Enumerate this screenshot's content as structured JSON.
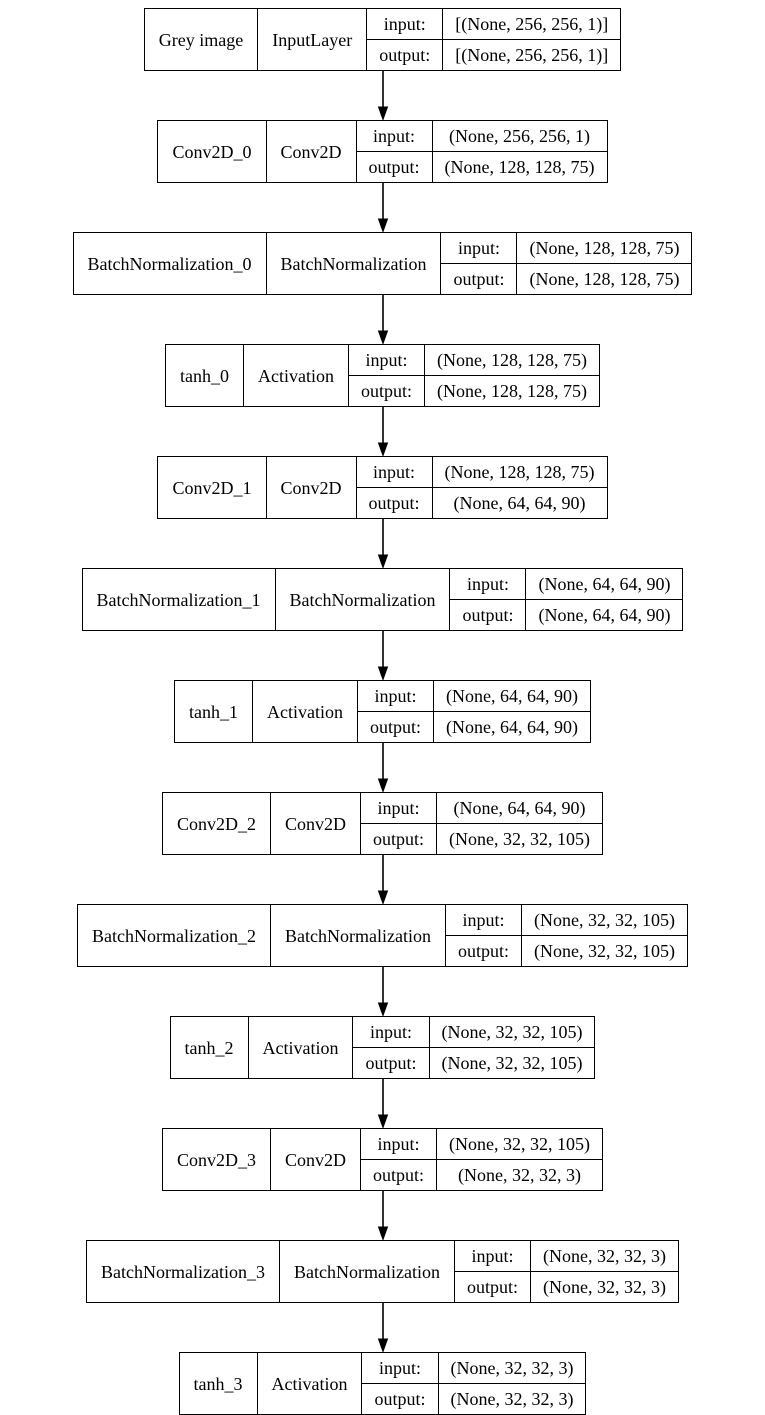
{
  "diagram": {
    "kind": "keras-model-architecture",
    "background_color": "#ffffff",
    "border_color": "#000000",
    "io_labels": {
      "input": "input:",
      "output": "output:"
    },
    "nodes": [
      {
        "name": "Grey image",
        "layer_type": "InputLayer",
        "input": "[(None, 256, 256, 1)]",
        "output": "[(None, 256, 256, 1)]"
      },
      {
        "name": "Conv2D_0",
        "layer_type": "Conv2D",
        "input": "(None, 256, 256, 1)",
        "output": "(None, 128, 128, 75)"
      },
      {
        "name": "BatchNormalization_0",
        "layer_type": "BatchNormalization",
        "input": "(None, 128, 128, 75)",
        "output": "(None, 128, 128, 75)"
      },
      {
        "name": "tanh_0",
        "layer_type": "Activation",
        "input": "(None, 128, 128, 75)",
        "output": "(None, 128, 128, 75)"
      },
      {
        "name": "Conv2D_1",
        "layer_type": "Conv2D",
        "input": "(None, 128, 128, 75)",
        "output": "(None, 64, 64, 90)"
      },
      {
        "name": "BatchNormalization_1",
        "layer_type": "BatchNormalization",
        "input": "(None, 64, 64, 90)",
        "output": "(None, 64, 64, 90)"
      },
      {
        "name": "tanh_1",
        "layer_type": "Activation",
        "input": "(None, 64, 64, 90)",
        "output": "(None, 64, 64, 90)"
      },
      {
        "name": "Conv2D_2",
        "layer_type": "Conv2D",
        "input": "(None, 64, 64, 90)",
        "output": "(None, 32, 32, 105)"
      },
      {
        "name": "BatchNormalization_2",
        "layer_type": "BatchNormalization",
        "input": "(None, 32, 32, 105)",
        "output": "(None, 32, 32, 105)"
      },
      {
        "name": "tanh_2",
        "layer_type": "Activation",
        "input": "(None, 32, 32, 105)",
        "output": "(None, 32, 32, 105)"
      },
      {
        "name": "Conv2D_3",
        "layer_type": "Conv2D",
        "input": "(None, 32, 32, 105)",
        "output": "(None, 32, 32, 3)"
      },
      {
        "name": "BatchNormalization_3",
        "layer_type": "BatchNormalization",
        "input": "(None, 32, 32, 3)",
        "output": "(None, 32, 32, 3)"
      },
      {
        "name": "tanh_3",
        "layer_type": "Activation",
        "input": "(None, 32, 32, 3)",
        "output": "(None, 32, 32, 3)"
      }
    ]
  }
}
